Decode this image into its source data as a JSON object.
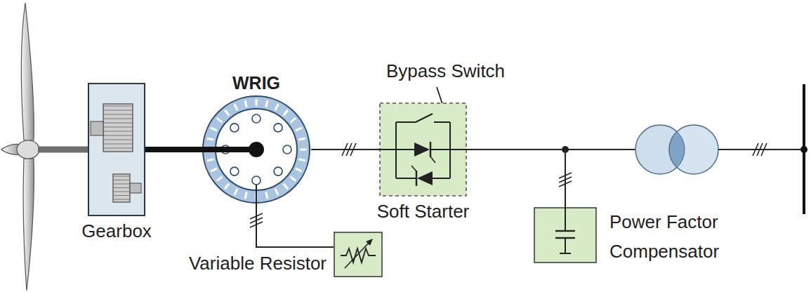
{
  "diagram": {
    "nodes": [
      {
        "text": [
          "Gearbox"
        ]
      },
      {
        "text": [
          "WRIG"
        ]
      },
      {
        "text": [
          "Variable Resistor"
        ]
      },
      {
        "text": [
          "Bypass Switch",
          "Soft Starter"
        ]
      },
      {
        "text": [
          "Power Factor Compensator"
        ]
      }
    ],
    "edges": [
      {
        "from": 0,
        "to": 1,
        "arrow": "none"
      },
      {
        "from": 1,
        "to": 2,
        "arrow": "none"
      },
      {
        "from": 1,
        "to": 3,
        "arrow": "none"
      },
      {
        "from": 3,
        "to": 4,
        "arrow": "none"
      }
    ]
  }
}
